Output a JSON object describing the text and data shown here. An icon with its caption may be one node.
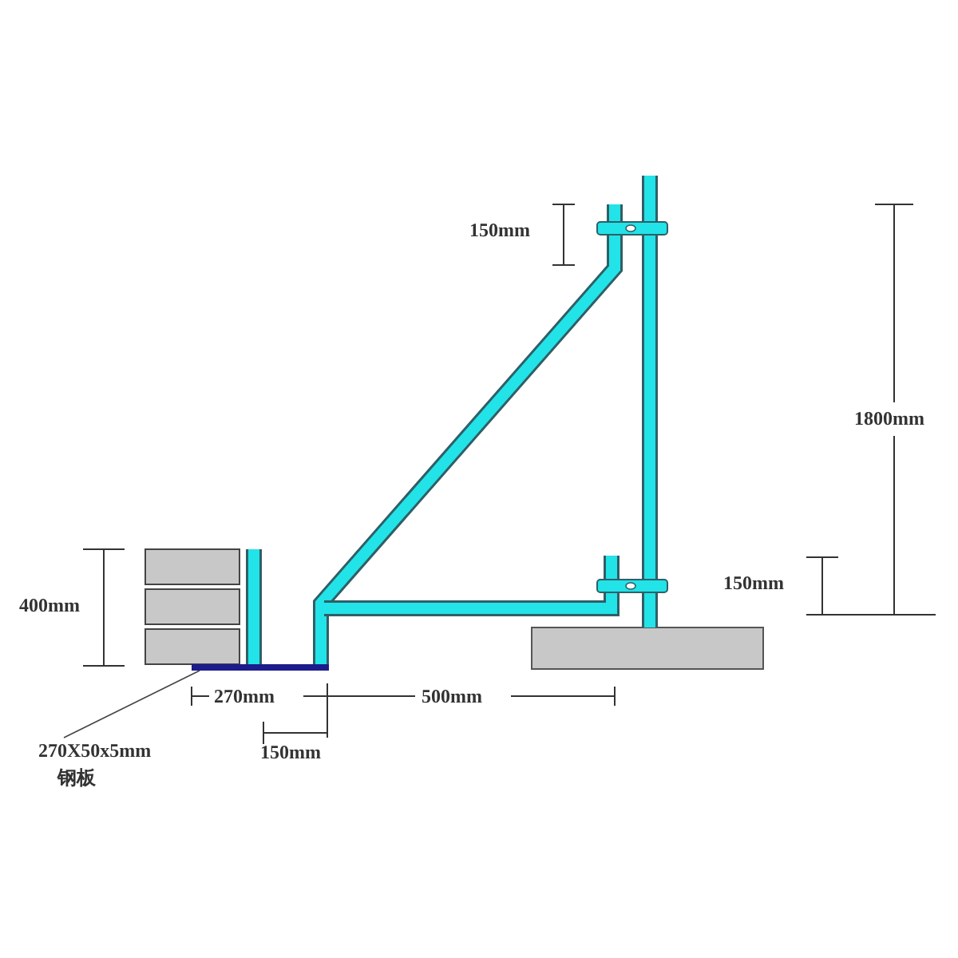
{
  "diagram": {
    "nodes": [
      {
        "text": [
          "270X50x5mm",
          "钢板"
        ]
      },
      {
        "text": [],
        "shape": "bar"
      }
    ],
    "edges": [
      {
        "from": 0,
        "to": 1,
        "arrow": "none"
      }
    ],
    "labels": [
      "150mm",
      "1800mm",
      "400mm",
      "150mm",
      "270mm",
      "500mm",
      "150mm"
    ]
  }
}
